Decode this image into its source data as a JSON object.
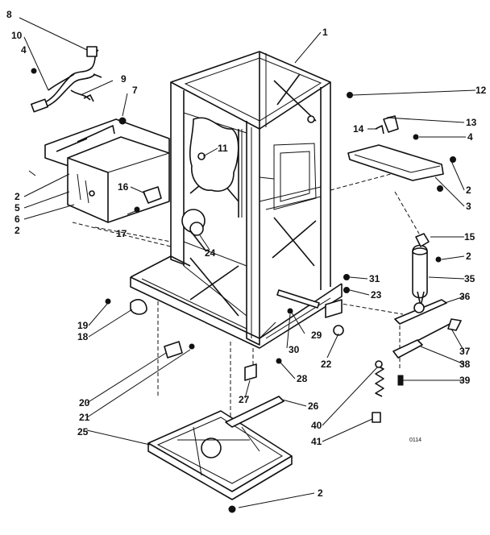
{
  "diagram": {
    "drawing_code": "0114",
    "callouts": [
      "1",
      "2",
      "3",
      "4",
      "5",
      "6",
      "7",
      "8",
      "9",
      "10",
      "11",
      "12",
      "13",
      "14",
      "15",
      "16",
      "17",
      "18",
      "19",
      "20",
      "21",
      "22",
      "23",
      "24",
      "25",
      "26",
      "27",
      "28",
      "29",
      "30",
      "31",
      "35",
      "36",
      "37",
      "38",
      "39",
      "40",
      "41"
    ],
    "labels": [
      {
        "text": "8"
      },
      {
        "text": "10"
      },
      {
        "text": "4"
      },
      {
        "text": "9"
      },
      {
        "text": "7"
      },
      {
        "text": "1"
      },
      {
        "text": "12"
      },
      {
        "text": "13"
      },
      {
        "text": "14"
      },
      {
        "text": "4"
      },
      {
        "text": "11"
      },
      {
        "text": "16"
      },
      {
        "text": "17"
      },
      {
        "text": "2"
      },
      {
        "text": "5"
      },
      {
        "text": "6"
      },
      {
        "text": "2"
      },
      {
        "text": "2"
      },
      {
        "text": "3"
      },
      {
        "text": "15"
      },
      {
        "text": "2"
      },
      {
        "text": "35"
      },
      {
        "text": "24"
      },
      {
        "text": "31"
      },
      {
        "text": "23"
      },
      {
        "text": "36"
      },
      {
        "text": "19"
      },
      {
        "text": "18"
      },
      {
        "text": "29"
      },
      {
        "text": "30"
      },
      {
        "text": "22"
      },
      {
        "text": "37"
      },
      {
        "text": "38"
      },
      {
        "text": "39"
      },
      {
        "text": "28"
      },
      {
        "text": "27"
      },
      {
        "text": "26"
      },
      {
        "text": "20"
      },
      {
        "text": "21"
      },
      {
        "text": "25"
      },
      {
        "text": "40"
      },
      {
        "text": "41"
      },
      {
        "text": "2"
      }
    ]
  }
}
